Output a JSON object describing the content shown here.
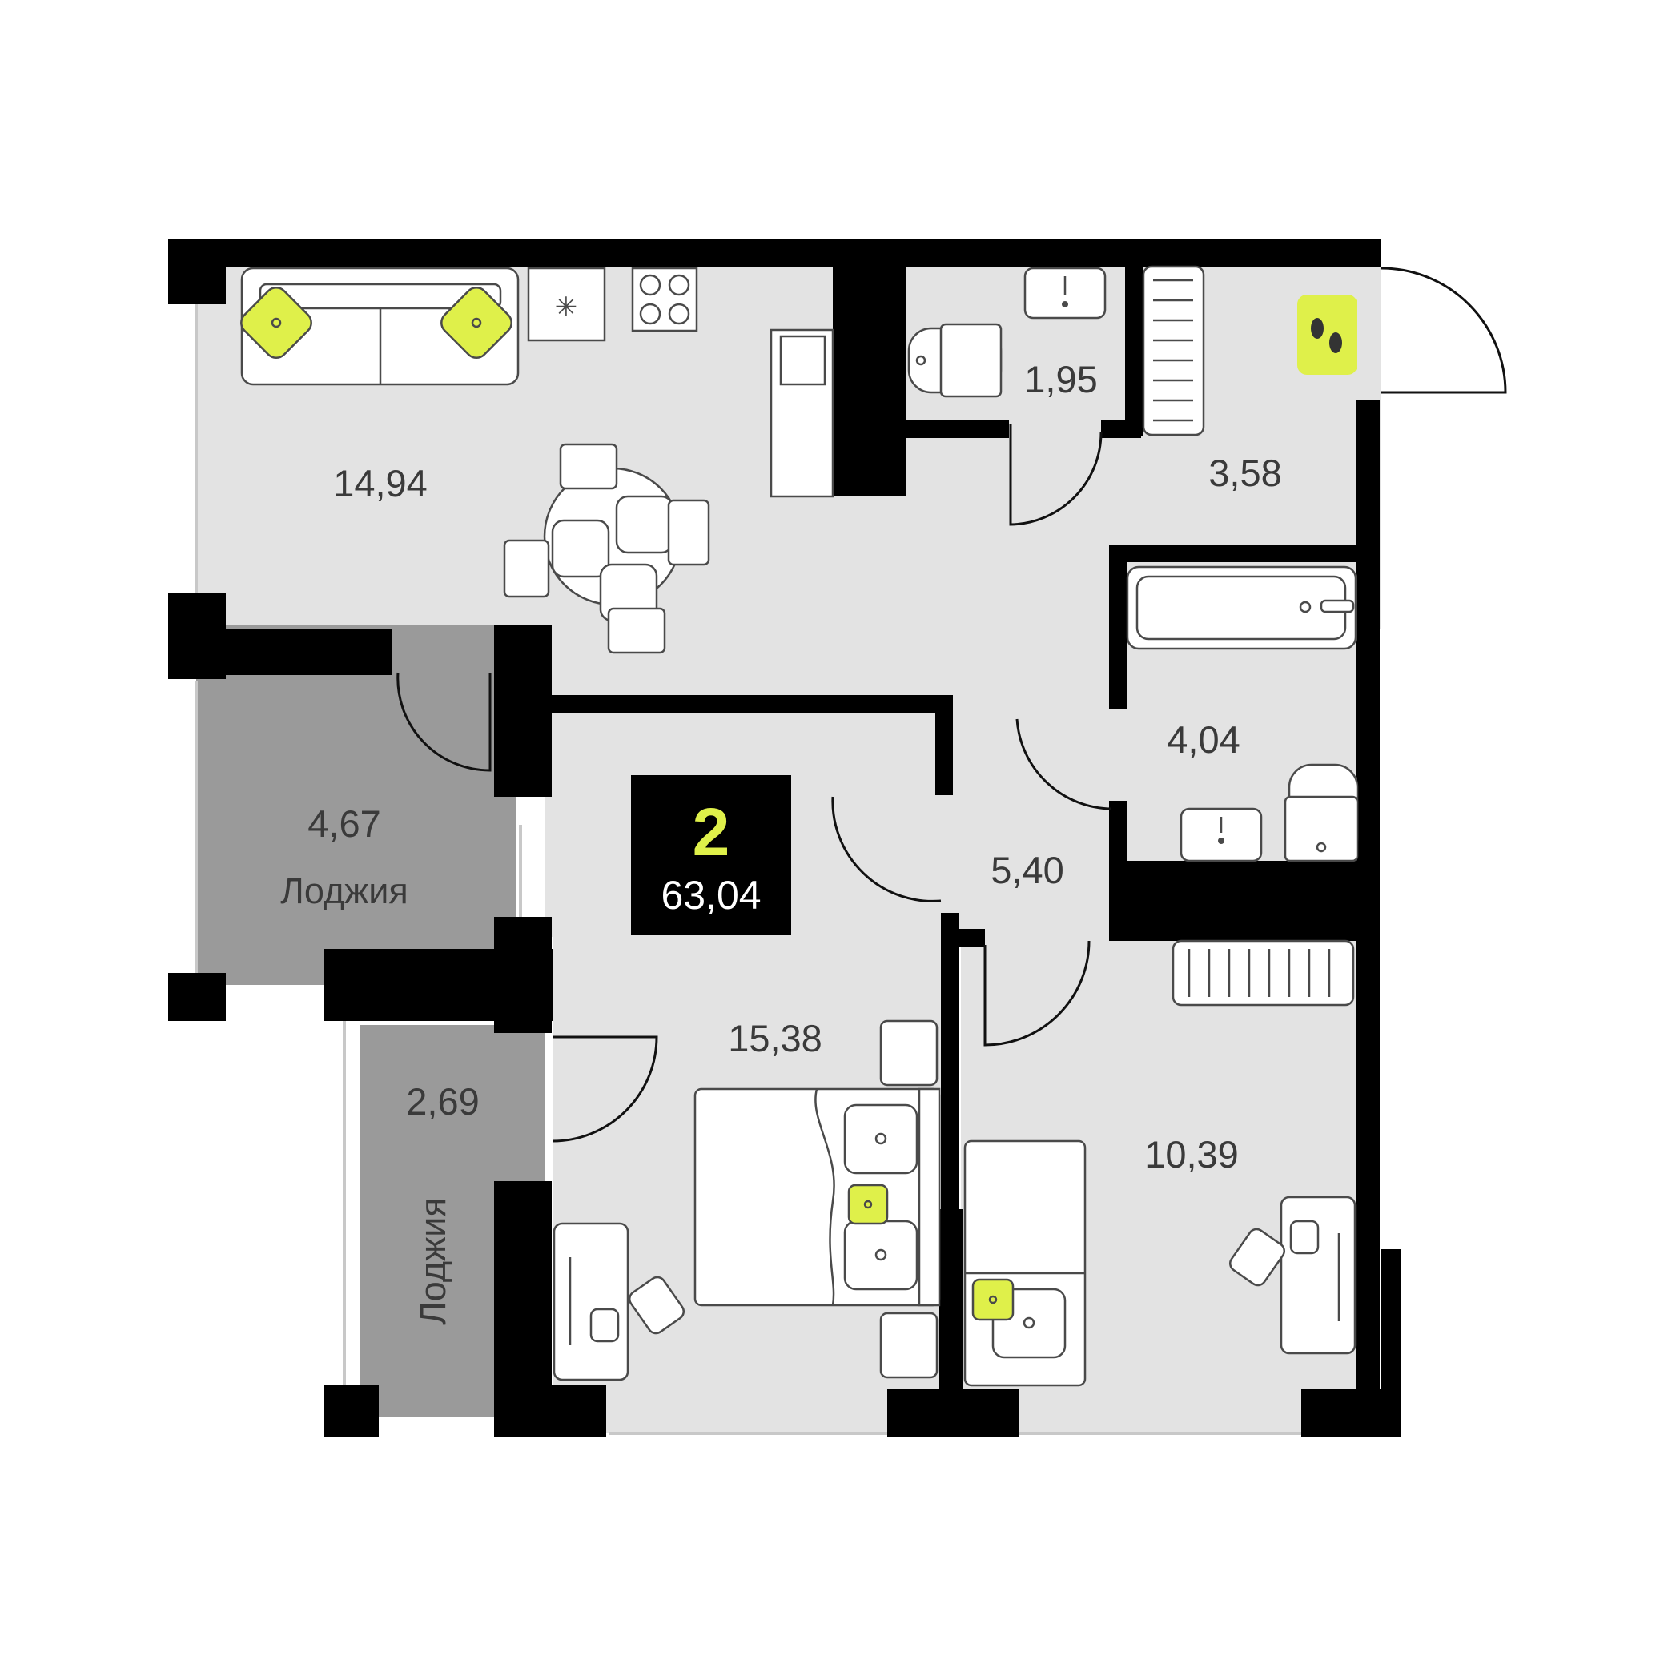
{
  "plan": {
    "rooms_count": "2",
    "total_area": "63,04"
  },
  "rooms": [
    {
      "id": "kitchen-living",
      "area": "14,94"
    },
    {
      "id": "bathroom-small",
      "area": "1,95"
    },
    {
      "id": "hallway",
      "area": "3,58"
    },
    {
      "id": "bathroom",
      "area": "4,04"
    },
    {
      "id": "corridor",
      "area": "5,40"
    },
    {
      "id": "bedroom-main",
      "area": "15,38"
    },
    {
      "id": "bedroom-second",
      "area": "10,39"
    },
    {
      "id": "loggia-1",
      "area": "4,67",
      "label": "Лоджия"
    },
    {
      "id": "loggia-2",
      "area": "2,69",
      "label": "Лоджия"
    }
  ],
  "colors": {
    "floor": "#e3e3e3",
    "loggia": "#9a9a9a",
    "wall": "#000000",
    "accent": "#dff04a",
    "furniture_stroke": "#4a4a4a"
  },
  "icons": [
    "sofa-icon",
    "cushion-icon",
    "stove-icon",
    "sink-icon",
    "dining-table-icon",
    "toilet-icon",
    "washbasin-icon",
    "radiator-icon",
    "bathtub-icon",
    "entry-footprints-icon",
    "bed-icon",
    "pillow-icon",
    "nightstand-icon",
    "desk-icon",
    "chair-icon",
    "single-bed-icon"
  ]
}
